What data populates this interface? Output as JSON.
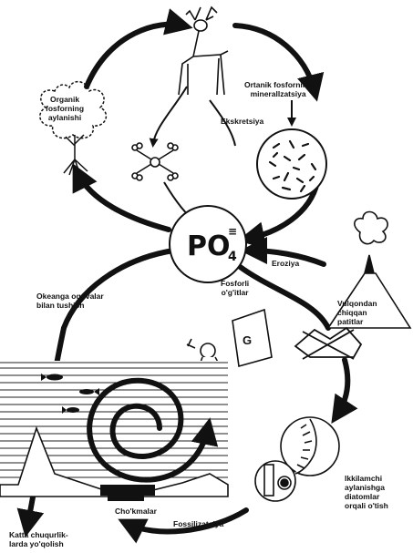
{
  "diagram": {
    "center_formula": {
      "main": "PO",
      "subscript": "4",
      "superscript": "≡"
    },
    "labels": {
      "organic_cycle": "Organik\nfosforning\naylanishi",
      "mineralization": "Ortanik fosforning\nminerallzatsiya",
      "excretion": "Ekskretsiya",
      "erosion": "Eroziya",
      "phosphorus_birds": "Fosforli\no'g'itlar",
      "volcanic_rocks": "Vulqondan\nchiqqan\npatitlar",
      "ocean_runoff": "Okeanga oqovalar\nbilan tushish",
      "secondary_cycle": "Ikkilamchi\naylanishga\ndiatomlar\norqali o'tish",
      "fossilization": "Fossilizatsiya",
      "sediments": "Cho'kmalar",
      "deep_loss": "Katta chuqurlik-\nlarda yo'qolish"
    },
    "icons": [
      "deer-icon",
      "tree-icon",
      "bone-icon",
      "bacteria-circle-icon",
      "volcano-icon",
      "bird-icon",
      "fertilizer-bag-icon",
      "fish-icon",
      "diatom-icon",
      "spiral-arrow-icon"
    ]
  }
}
